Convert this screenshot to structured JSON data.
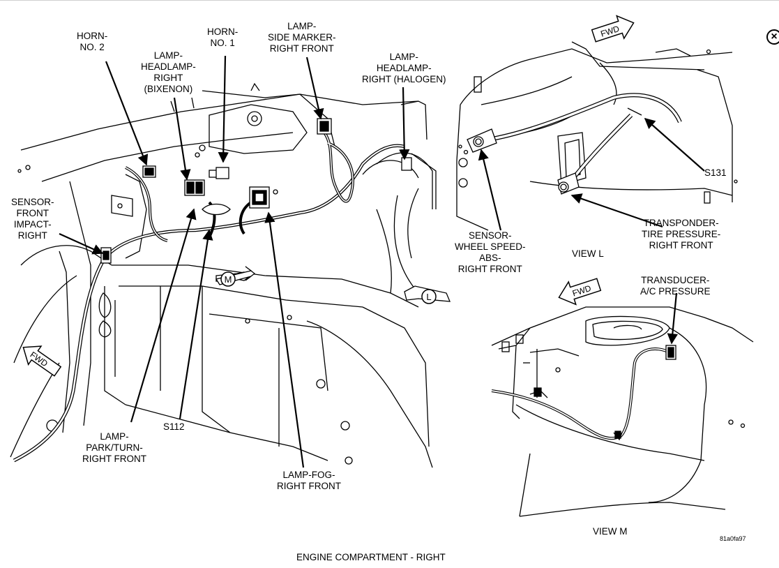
{
  "labels": {
    "horn_no2": [
      "HORN-",
      "NO. 2"
    ],
    "horn_no1": [
      "HORN-",
      "NO. 1"
    ],
    "lamp_headlamp_bixenon": [
      "LAMP-",
      "HEADLAMP-",
      "RIGHT",
      "(BIXENON)"
    ],
    "lamp_side_marker": [
      "LAMP-",
      "SIDE MARKER-",
      "RIGHT FRONT"
    ],
    "lamp_headlamp_halogen": [
      "LAMP-",
      "HEADLAMP-",
      "RIGHT (HALOGEN)"
    ],
    "sensor_front_impact": [
      "SENSOR-",
      "FRONT",
      "IMPACT-",
      "RIGHT"
    ],
    "lamp_park_turn": [
      "LAMP-",
      "PARK/TURN-",
      "RIGHT FRONT"
    ],
    "s112": [
      "S112"
    ],
    "lamp_fog": [
      "LAMP-FOG-",
      "RIGHT FRONT"
    ],
    "sensor_wheel_speed": [
      "SENSOR-",
      "WHEEL SPEED-",
      "ABS-",
      "RIGHT FRONT"
    ],
    "s131": [
      "S131"
    ],
    "transponder": [
      "TRANSPONDER-",
      "TIRE PRESSURE-",
      "RIGHT FRONT"
    ],
    "transducer": [
      "TRANSDUCER-",
      "A/C PRESSURE"
    ]
  },
  "view_markers": {
    "m": "M",
    "l": "L"
  },
  "fwd_text": "FWD",
  "captions": {
    "view_l": "VIEW L",
    "view_m": "VIEW M",
    "main": "ENGINE COMPARTMENT - RIGHT",
    "figure_code": "81a0fa97"
  },
  "close_icon": "close-icon"
}
